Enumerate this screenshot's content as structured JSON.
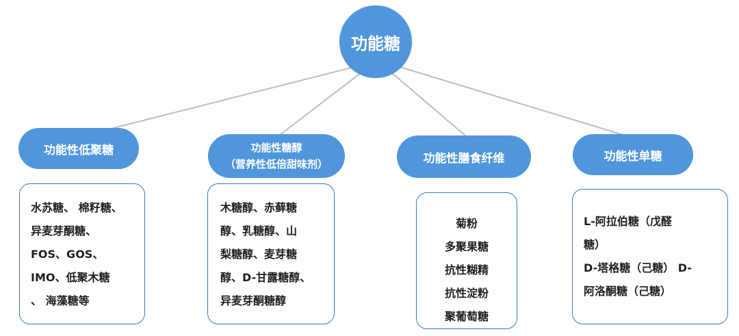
{
  "colors": {
    "node_fill": "#5096dc",
    "box_border": "#3a78c0",
    "connector": "#bdbdbd",
    "text": "#1f1f1f"
  },
  "root": {
    "label": "功能糖"
  },
  "categories": [
    {
      "label_lines": [
        "功能性低聚糖"
      ],
      "items": [
        "水苏糖、 棉籽糖、",
        "异麦芽酮糖、",
        "FOS、GOS、",
        "IMO、低聚木糖",
        "、  海藻糖等"
      ]
    },
    {
      "label_lines": [
        "功能性糖醇",
        "（营养性低倍甜味剂）"
      ],
      "items": [
        "木糖醇、赤藓糖",
        "醇、乳糖醇、山",
        "梨糖醇、麦芽糖",
        "醇、D-甘露糖醇、",
        "异麦芽酮糖醇"
      ]
    },
    {
      "label_lines": [
        "功能性膳食纤维"
      ],
      "items": [
        "菊粉",
        "多聚果糖",
        "抗性糊精",
        "抗性淀粉",
        "聚葡萄糖"
      ]
    },
    {
      "label_lines": [
        "功能性单糖"
      ],
      "items": [
        "L-阿拉伯糖（戊醛",
        "糖）",
        "D-塔格糖（己糖） D-",
        "阿洛酮糖（己糖）"
      ]
    }
  ]
}
